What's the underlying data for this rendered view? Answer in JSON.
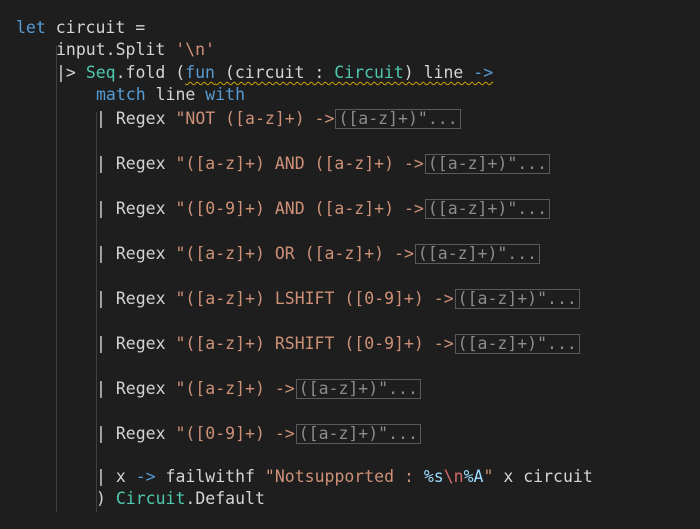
{
  "code": {
    "l1": {
      "kw_let": "let",
      "rest": " circuit ="
    },
    "l2": {
      "text": "input.Split ",
      "str": "'\\n'"
    },
    "l3": {
      "pipe": "|> ",
      "seq": "Seq",
      "fold": ".fold (",
      "fun": "fun",
      "mid": " (circuit : ",
      "type": "Circuit",
      "tail": ") line ",
      "arrow": "->"
    },
    "l4": {
      "match": "match",
      "mid": " line ",
      "with": "with"
    },
    "cases": [
      {
        "prefix": "| Regex ",
        "pattern": "\"NOT ([a-z]+) ->",
        "folded": "([a-z]+)\"..."
      },
      {
        "prefix": "| Regex ",
        "pattern": "\"([a-z]+) AND ([a-z]+) ->",
        "folded": "([a-z]+)\"..."
      },
      {
        "prefix": "| Regex ",
        "pattern": "\"([0-9]+) AND ([a-z]+) ->",
        "folded": "([a-z]+)\"..."
      },
      {
        "prefix": "| Regex ",
        "pattern": "\"([a-z]+) OR ([a-z]+) ->",
        "folded": "([a-z]+)\"..."
      },
      {
        "prefix": "| Regex ",
        "pattern": "\"([a-z]+) LSHIFT ([0-9]+) ->",
        "folded": "([a-z]+)\"..."
      },
      {
        "prefix": "| Regex ",
        "pattern": "\"([a-z]+) RSHIFT ([0-9]+) ->",
        "folded": "([a-z]+)\"..."
      },
      {
        "prefix": "| Regex ",
        "pattern": "\"([a-z]+) ->",
        "folded": "([a-z]+)\"..."
      },
      {
        "prefix": "| Regex ",
        "pattern": "\"([0-9]+) ->",
        "folded": "([a-z]+)\"..."
      }
    ],
    "fallback": {
      "pipe": "| x ",
      "arrow": "->",
      "fn": " failwithf ",
      "str1": "\"Notsupported : ",
      "fmt1": "%s",
      "esc": "\\n",
      "fmt2": "%A",
      "str2": "\"",
      "tail": " x circuit"
    },
    "last": {
      "paren": ") ",
      "type": "Circuit",
      "tail": ".Default"
    }
  },
  "colors": {
    "background": "#1e1e1e",
    "keyword": "#569cd6",
    "string": "#ce9178",
    "type": "#4ec9b0",
    "escape": "#d16969",
    "format": "#9cdcfe",
    "text": "#d4d4d4"
  }
}
